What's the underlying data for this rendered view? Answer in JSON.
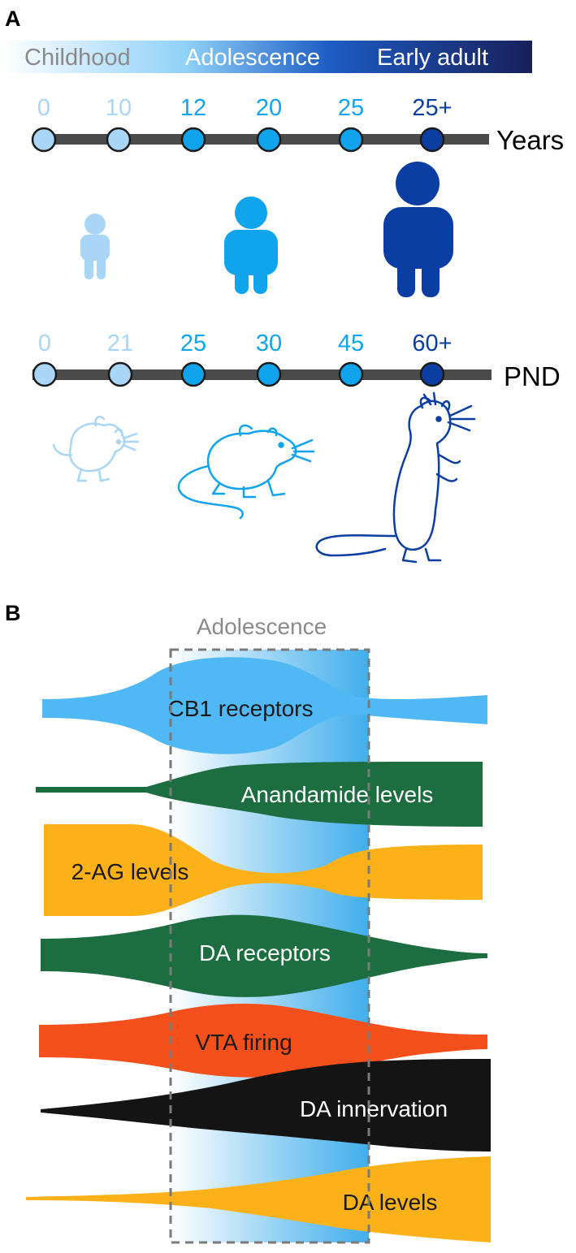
{
  "panel_a": {
    "label": "A",
    "stages": [
      "Childhood",
      "Adolescence",
      "Early adult"
    ],
    "human_timeline": {
      "unit": "Years",
      "ticks": [
        "0",
        "10",
        "12",
        "20",
        "25",
        "25+"
      ]
    },
    "rodent_timeline": {
      "unit": "PND",
      "ticks": [
        "0",
        "21",
        "25",
        "30",
        "45",
        "60+"
      ]
    }
  },
  "panel_b": {
    "label": "B",
    "window_label": "Adolescence",
    "bands": [
      {
        "label": "CB1 receptors",
        "color": "#4fb8f5",
        "text_color": "#1a1a1a"
      },
      {
        "label": "Anandamide levels",
        "color": "#a726c7",
        "text_color": "#ffffff"
      },
      {
        "label": "2-AG levels",
        "color": "#2be3df",
        "text_color": "#1a1a1a"
      },
      {
        "label": "DA receptors",
        "color": "#1c6d3f",
        "text_color": "#ffffff"
      },
      {
        "label": "VTA firing",
        "color": "#f5501b",
        "text_color": "#1a1a1a"
      },
      {
        "label": "DA innervation",
        "color": "#141414",
        "text_color": "#ffffff"
      },
      {
        "label": "DA levels",
        "color": "#fbb117",
        "text_color": "#1a1a1a"
      }
    ]
  },
  "colors": {
    "light_blue": "#a9d6f6",
    "mid_blue": "#0fa4ec",
    "dark_blue": "#0a3ea3",
    "timeline_bar": "#4a4a4a"
  }
}
